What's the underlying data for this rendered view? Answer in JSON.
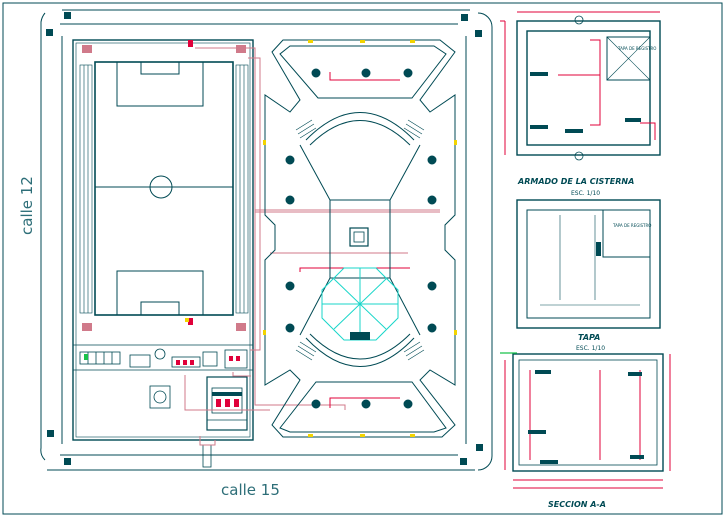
{
  "streets": {
    "left": "calle 12",
    "bottom": "calle 15"
  },
  "details": {
    "cistern": {
      "title": "ARMADO DE LA CISTERNA",
      "scale": "ESC. 1/10",
      "lid_label": "TAPA DE REGISTRO"
    },
    "lid": {
      "title": "TAPA",
      "scale": "ESC. 1/10",
      "lid_label": "TAPA DE REGISTRO"
    },
    "section": {
      "title": "SECCION A-A"
    }
  },
  "colors": {
    "line": "#004a54",
    "accent_red": "#e0003a",
    "pink": "#d07a8a",
    "cyan": "#19d6c9",
    "yellow": "#f2d400",
    "green": "#19c24a",
    "background": "#ffffff"
  }
}
